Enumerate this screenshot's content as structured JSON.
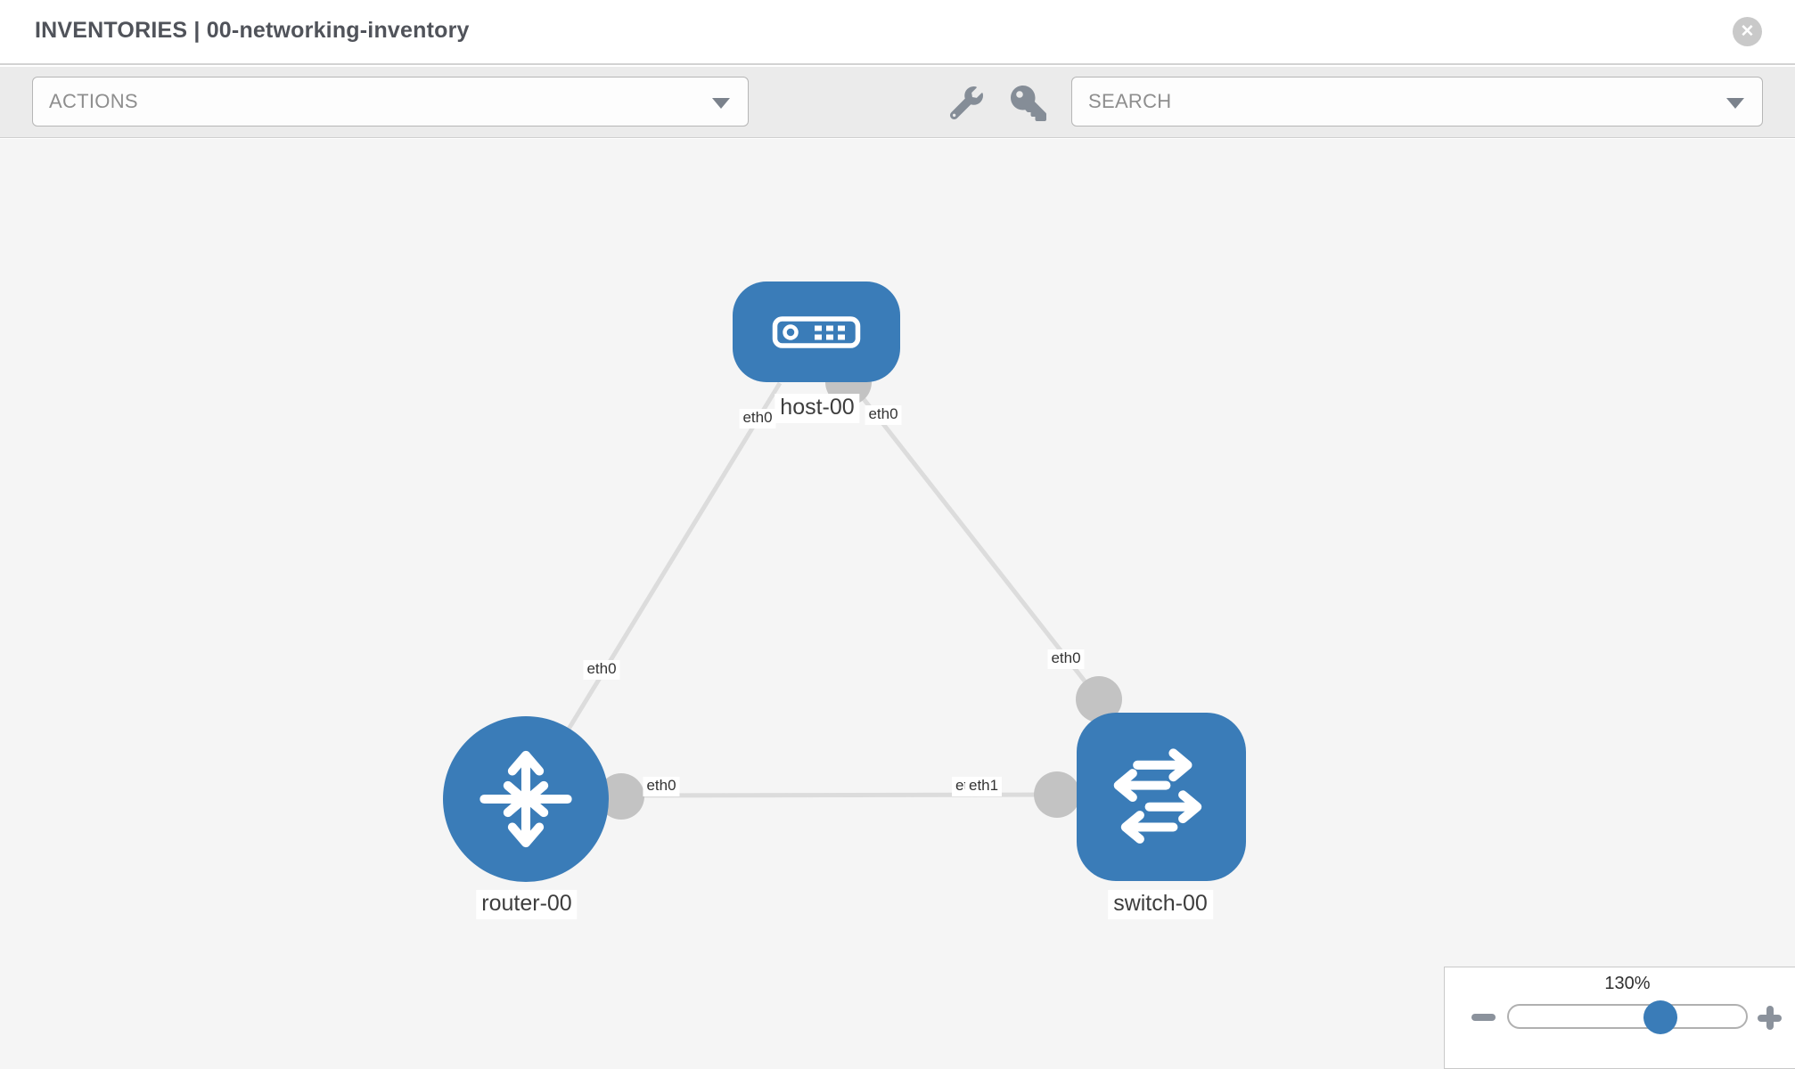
{
  "header": {
    "title": "INVENTORIES | 00-networking-inventory",
    "close_glyph": "✕"
  },
  "toolbar": {
    "actions_label": "ACTIONS",
    "search_label": "SEARCH"
  },
  "topology": {
    "nodes": [
      {
        "id": "host-00",
        "type": "host",
        "label": "host-00"
      },
      {
        "id": "router-00",
        "type": "router",
        "label": "router-00"
      },
      {
        "id": "switch-00",
        "type": "switch",
        "label": "switch-00"
      }
    ],
    "links": [
      {
        "from": "host-00",
        "to": "router-00",
        "from_iface": "eth0",
        "to_iface": "eth0"
      },
      {
        "from": "host-00",
        "to": "switch-00",
        "from_iface": "eth0",
        "to_iface": "eth0"
      },
      {
        "from": "router-00",
        "to": "switch-00",
        "from_iface": "eth0",
        "to_iface_under": "eth0",
        "to_iface": "eth1"
      }
    ]
  },
  "zoom": {
    "level": "130%"
  },
  "colors": {
    "node_blue": "#3a7cb8",
    "link_gray": "#dcdcdc",
    "dot_gray": "#c3c3c3",
    "canvas_bg": "#f5f5f5",
    "toolbar_bg": "#ebebeb"
  }
}
